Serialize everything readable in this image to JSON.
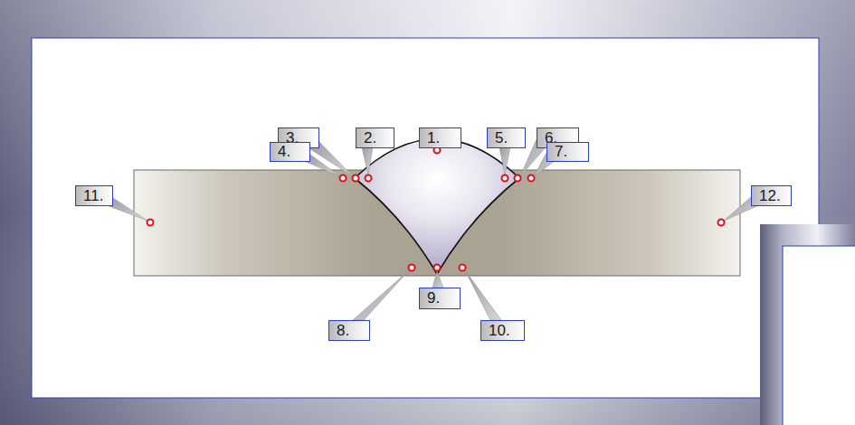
{
  "diagram": {
    "labels": [
      "1.",
      "2.",
      "3.",
      "4.",
      "5.",
      "6.",
      "7.",
      "8.",
      "9.",
      "10.",
      "11.",
      "12."
    ]
  }
}
